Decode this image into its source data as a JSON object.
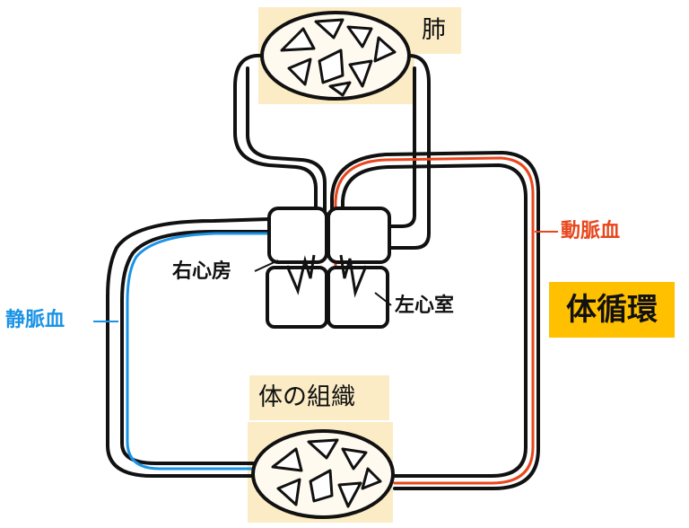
{
  "labels": {
    "lung": "肺",
    "body_tissue": "体の組織",
    "right_atrium": "右心房",
    "left_ventricle": "左心室",
    "artery_blood": "動脈血",
    "vein_blood": "静脈血",
    "systemic_circulation": "体循環"
  },
  "colors": {
    "highlight": "#fbecc6",
    "systemic_box": "#ffc000",
    "artery": "#e8461c",
    "vein": "#1a93e6",
    "outline": "#111111",
    "tissue": "#fffaf0"
  }
}
